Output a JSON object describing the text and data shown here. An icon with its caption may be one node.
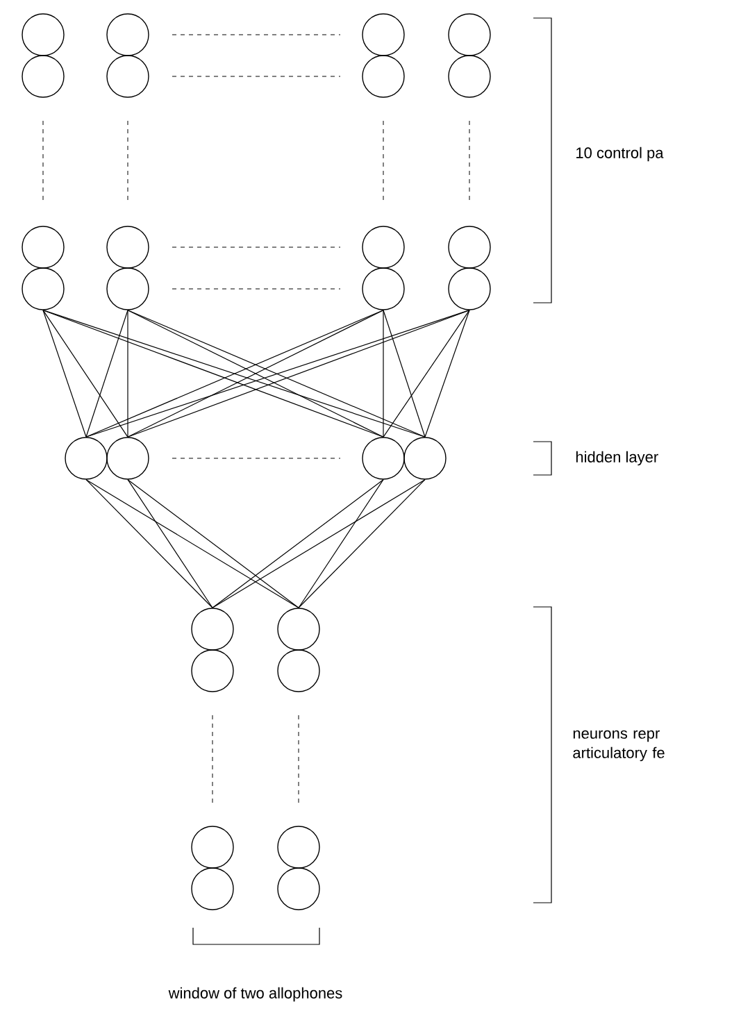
{
  "diagram": {
    "nodes": [
      {
        "text": [],
        "shape": "circle"
      },
      {
        "text": [],
        "shape": "circle"
      },
      {
        "text": [],
        "shape": "circle"
      },
      {
        "text": [],
        "shape": "circle"
      },
      {
        "text": [],
        "shape": "circle"
      },
      {
        "text": [],
        "shape": "circle"
      },
      {
        "text": [],
        "shape": "circle"
      },
      {
        "text": [],
        "shape": "circle"
      },
      {
        "text": [],
        "shape": "circle"
      },
      {
        "text": [],
        "shape": "circle"
      },
      {
        "text": [],
        "shape": "circle"
      },
      {
        "text": [],
        "shape": "circle"
      },
      {
        "text": [],
        "shape": "circle"
      },
      {
        "text": [],
        "shape": "circle"
      },
      {
        "text": [],
        "shape": "circle"
      },
      {
        "text": [],
        "shape": "circle"
      },
      {
        "text": [],
        "shape": "circle"
      },
      {
        "text": [],
        "shape": "circle"
      },
      {
        "text": [],
        "shape": "circle"
      },
      {
        "text": [],
        "shape": "circle"
      },
      {
        "text": [],
        "shape": "circle"
      },
      {
        "text": [],
        "shape": "circle"
      },
      {
        "text": [],
        "shape": "circle"
      },
      {
        "text": [],
        "shape": "circle"
      },
      {
        "text": [],
        "shape": "circle"
      },
      {
        "text": [],
        "shape": "circle"
      },
      {
        "text": [],
        "shape": "circle"
      },
      {
        "text": [],
        "shape": "circle"
      }
    ],
    "edges": [
      {
        "from": 12,
        "to": 16,
        "arrow": "none"
      },
      {
        "from": 12,
        "to": 17,
        "arrow": "none"
      },
      {
        "from": 12,
        "to": 18,
        "arrow": "none"
      },
      {
        "from": 12,
        "to": 19,
        "arrow": "none"
      },
      {
        "from": 13,
        "to": 16,
        "arrow": "none"
      },
      {
        "from": 13,
        "to": 17,
        "arrow": "none"
      },
      {
        "from": 13,
        "to": 18,
        "arrow": "none"
      },
      {
        "from": 13,
        "to": 19,
        "arrow": "none"
      },
      {
        "from": 14,
        "to": 16,
        "arrow": "none"
      },
      {
        "from": 14,
        "to": 17,
        "arrow": "none"
      },
      {
        "from": 14,
        "to": 18,
        "arrow": "none"
      },
      {
        "from": 14,
        "to": 19,
        "arrow": "none"
      },
      {
        "from": 15,
        "to": 16,
        "arrow": "none"
      },
      {
        "from": 15,
        "to": 17,
        "arrow": "none"
      },
      {
        "from": 15,
        "to": 18,
        "arrow": "none"
      },
      {
        "from": 15,
        "to": 19,
        "arrow": "none"
      },
      {
        "from": 16,
        "to": 20,
        "arrow": "none"
      },
      {
        "from": 16,
        "to": 21,
        "arrow": "none"
      },
      {
        "from": 17,
        "to": 20,
        "arrow": "none"
      },
      {
        "from": 17,
        "to": 21,
        "arrow": "none"
      },
      {
        "from": 18,
        "to": 20,
        "arrow": "none"
      },
      {
        "from": 18,
        "to": 21,
        "arrow": "none"
      },
      {
        "from": 19,
        "to": 20,
        "arrow": "none"
      },
      {
        "from": 19,
        "to": 21,
        "arrow": "none"
      }
    ],
    "labels": [
      "10 control pa",
      "hidden layer",
      "neurons repr articulatory fe",
      "window of two allophones"
    ]
  }
}
